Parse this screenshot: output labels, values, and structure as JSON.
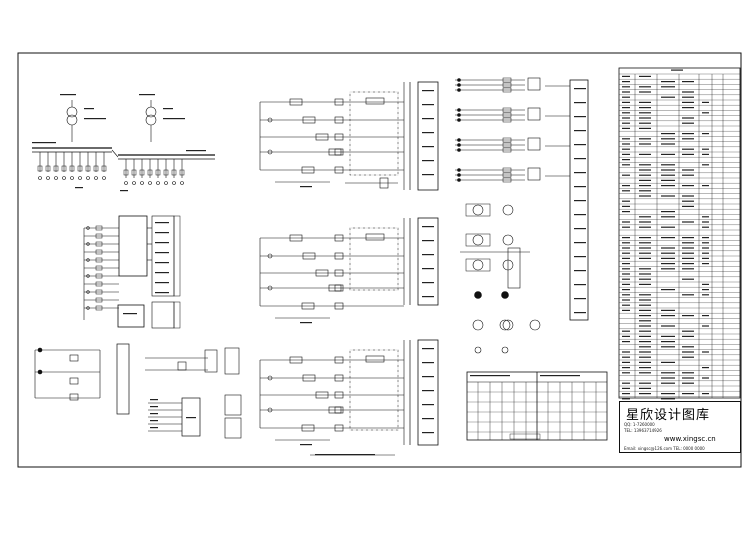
{
  "drawing": {
    "title_block": {
      "brand": "星欣设计图库",
      "qq_line": "QQ: 1-7260000",
      "phone_line": "TEL: 13963714926",
      "website": "www.xingsc.cn",
      "contact_line": "Email: xingsc@126.com  TEL: 0000 0000"
    },
    "parts_table": {
      "title": "设备表"
    }
  }
}
